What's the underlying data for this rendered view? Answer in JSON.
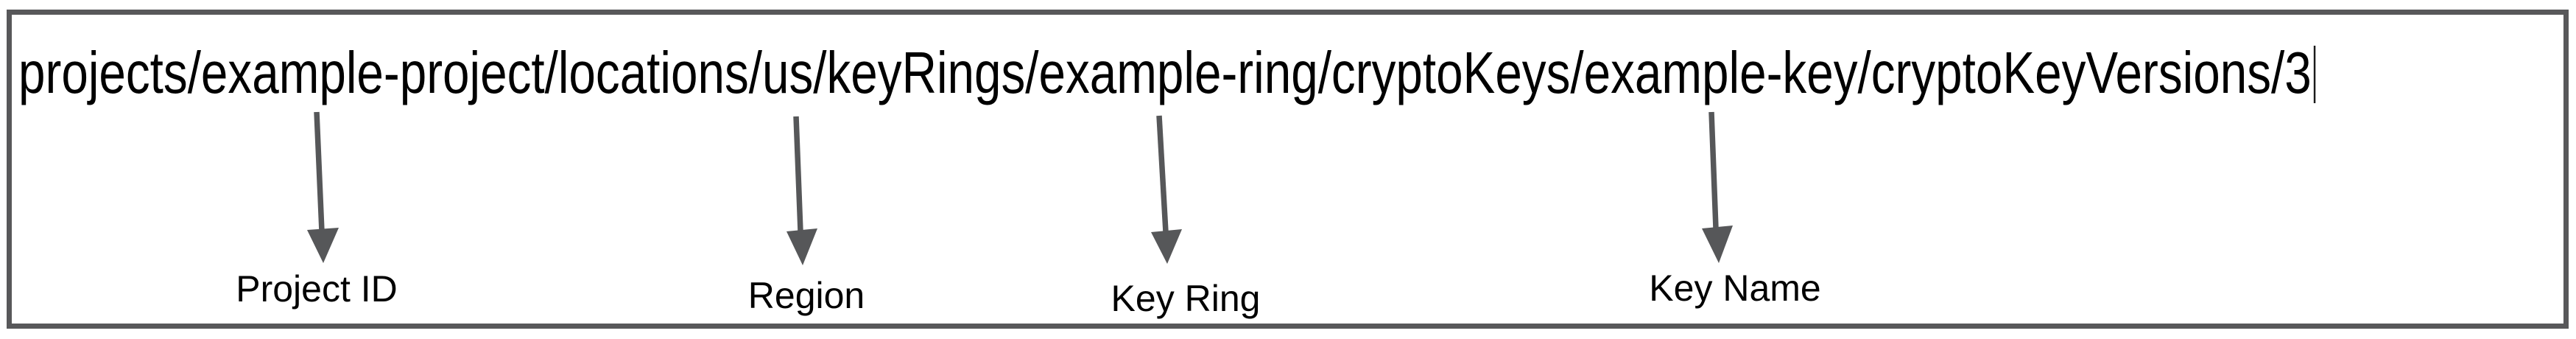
{
  "path": {
    "value": "projects/example-project/locations/us/keyRings/example-ring/cryptoKeys/example-key/cryptoKeyVersions/3"
  },
  "annotations": [
    {
      "label": "Project ID",
      "points_to": "example-project"
    },
    {
      "label": "Region",
      "points_to": "us"
    },
    {
      "label": "Key Ring",
      "points_to": "example-ring"
    },
    {
      "label": "Key Name",
      "points_to": "example-key"
    }
  ],
  "colors": {
    "arrow": "#565759",
    "border": "#58585a",
    "text": "#000000",
    "background": "#ffffff"
  }
}
